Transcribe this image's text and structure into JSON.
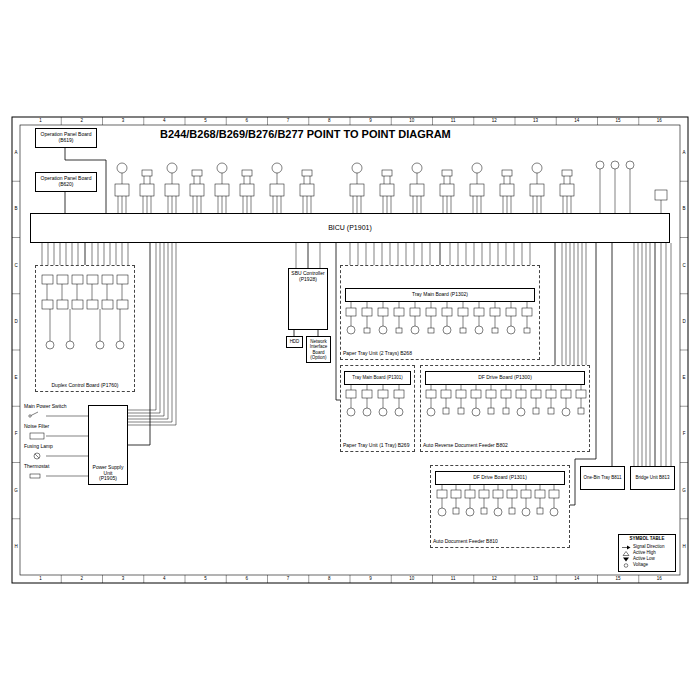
{
  "diagram": {
    "title": "B244/B268/B269/B276/B277 POINT TO POINT DIAGRAM",
    "nodes": [
      {
        "text": [
          "Operation Panel Board (B619)"
        ]
      },
      {
        "text": [
          "Operation Panel Board (B620)"
        ]
      },
      {
        "text": [
          "BICU (P1901)"
        ]
      },
      {
        "text": [
          "Duplex Control Board (P1760)"
        ]
      },
      {
        "text": [
          "Power Supply Unit",
          "(P1905)"
        ]
      },
      {
        "text": [
          "SBU Controller (P1928)"
        ]
      },
      {
        "text": [
          "Paper Tray Unit (2 Trays) B268"
        ]
      },
      {
        "text": [
          "Tray Main Board (P1302)"
        ],
        "in": 6
      },
      {
        "text": [
          "Paper Tray Unit (1 Tray) B269"
        ]
      },
      {
        "text": [
          "Tray Main Board (P1301)"
        ],
        "in": 8
      },
      {
        "text": [
          "Auto Reverse Document Feeder B802"
        ]
      },
      {
        "text": [
          "DF Drive Board (P1300)"
        ],
        "in": 10
      },
      {
        "text": [
          "Auto Document Feeder B810"
        ]
      },
      {
        "text": [
          "DF Drive Board (P1301)"
        ],
        "in": 12
      },
      {
        "text": [
          "One-Bin Tray B811"
        ]
      },
      {
        "text": [
          "Bridge Unit B813"
        ]
      },
      {
        "text": [
          "HDD"
        ]
      },
      {
        "text": [
          "Network Interface Board (Option)"
        ]
      }
    ],
    "edges": [
      {
        "from": 0,
        "to": 2,
        "arrow": "none"
      },
      {
        "from": 1,
        "to": 2,
        "arrow": "none"
      },
      {
        "from": 2,
        "to": 3,
        "arrow": "none"
      },
      {
        "from": 2,
        "to": 4,
        "arrow": "none"
      },
      {
        "from": 2,
        "to": 5,
        "arrow": "none"
      },
      {
        "from": 2,
        "to": 6,
        "arrow": "none"
      },
      {
        "from": 2,
        "to": 8,
        "arrow": "none"
      },
      {
        "from": 2,
        "to": 10,
        "arrow": "none"
      },
      {
        "from": 2,
        "to": 12,
        "arrow": "none"
      },
      {
        "from": 2,
        "to": 14,
        "arrow": "none"
      },
      {
        "from": 2,
        "to": 15,
        "arrow": "none"
      },
      {
        "from": 5,
        "to": 16,
        "arrow": "none"
      },
      {
        "from": 5,
        "to": 17,
        "arrow": "none"
      }
    ],
    "labels": [
      "1",
      "2",
      "3",
      "4",
      "5",
      "6",
      "7",
      "8",
      "9",
      "10",
      "11",
      "12",
      "13",
      "14",
      "15",
      "16",
      "1",
      "2",
      "3",
      "4",
      "5",
      "6",
      "7",
      "8",
      "9",
      "10",
      "11",
      "12",
      "13",
      "14",
      "15",
      "16",
      "A",
      "B",
      "C",
      "D",
      "E",
      "F",
      "G",
      "H",
      "A",
      "B",
      "C",
      "D",
      "E",
      "F",
      "G",
      "H",
      "SYMBOL TABLE",
      "Main Power Switch",
      "Noise Filter",
      "Fusing Lamp",
      "Thermostat"
    ],
    "legend": [
      {
        "text": "Signal Direction"
      },
      {
        "text": "Active High"
      },
      {
        "text": "Active Low"
      },
      {
        "text": "Voltage"
      }
    ]
  }
}
